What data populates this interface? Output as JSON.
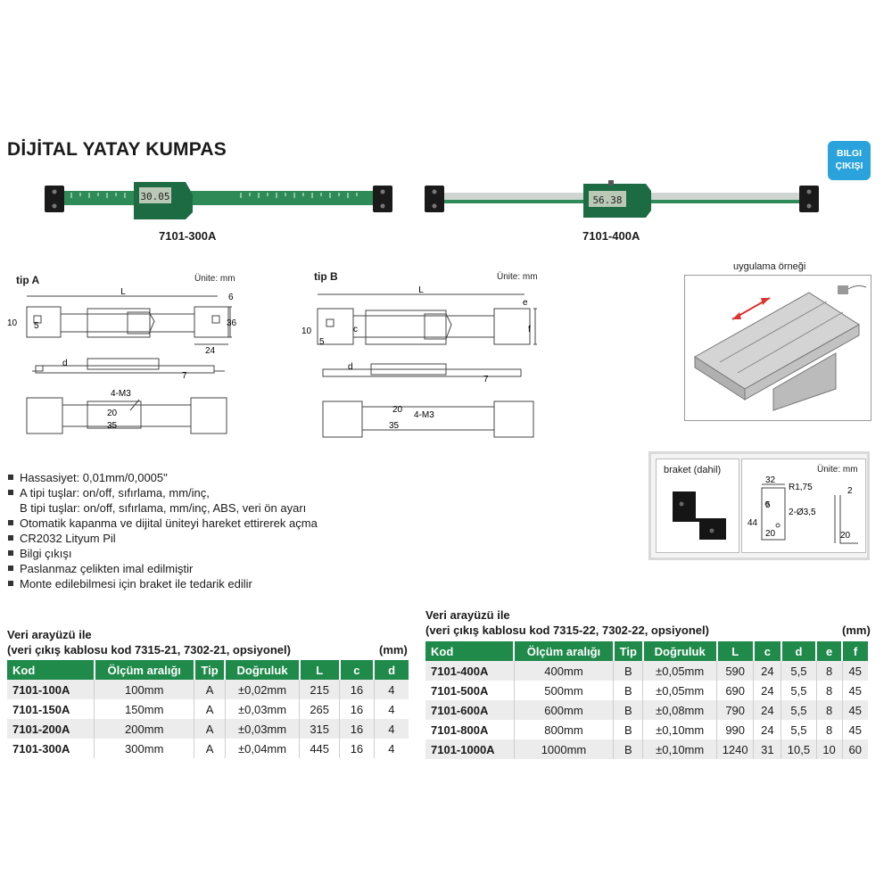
{
  "title": "DİJİTAL YATAY KUMPAS",
  "badge": {
    "line1": "BILGI",
    "line2": "ÇIKIŞI"
  },
  "products": [
    {
      "model": "7101-300A",
      "display": "30.05"
    },
    {
      "model": "7101-400A",
      "display": "56.38"
    }
  ],
  "drawings": {
    "tipA": {
      "label": "tip A",
      "unit": "Ünite: mm",
      "dims": {
        "L": "L",
        "w6": "6",
        "h36": "36",
        "h10": "10",
        "h5": "5",
        "w24": "24",
        "d": "d",
        "h7": "7",
        "m3": "4-M3",
        "w20": "20",
        "w35": "35"
      }
    },
    "tipB": {
      "label": "tip B",
      "unit": "Ünite: mm",
      "dims": {
        "L": "L",
        "e": "e",
        "f": "f",
        "h10": "10",
        "h5": "5",
        "c": "c",
        "d": "d",
        "h7": "7",
        "w20": "20",
        "m3": "4-M3",
        "w35": "35"
      }
    },
    "application": {
      "label": "uygulama örneği"
    }
  },
  "bracket": {
    "label": "braket (dahil)",
    "unit": "Ünite: mm",
    "dims": {
      "w32": "32",
      "r": "R1,75",
      "h5": "5",
      "h44": "44",
      "holes": "2-Ø3,5",
      "w20a": "20",
      "t2": "2",
      "w20b": "20"
    }
  },
  "features": [
    {
      "text": "Hassasiyet: 0,01mm/0,0005\"",
      "bullet": true
    },
    {
      "text": "A tipi tuşlar: on/off, sıfırlama, mm/inç,",
      "bullet": true
    },
    {
      "text": "B tipi tuşlar: on/off, sıfırlama, mm/inç, ABS, veri ön ayarı",
      "bullet": false
    },
    {
      "text": "Otomatik kapanma ve dijital üniteyi hareket ettirerek açma",
      "bullet": true
    },
    {
      "text": "CR2032 Lityum Pil",
      "bullet": true
    },
    {
      "text": "Bilgi çıkışı",
      "bullet": true
    },
    {
      "text": "Paslanmaz çelikten imal edilmiştir",
      "bullet": true
    },
    {
      "text": "Monte edilebilmesi için braket ile tedarik edilir",
      "bullet": true
    }
  ],
  "table_left": {
    "heading1": "Veri arayüzü ile",
    "heading2": "(veri çıkış kablosu kod 7315-21, 7302-21, opsiyonel)",
    "unit": "(mm)",
    "headers": [
      "Kod",
      "Ölçüm aralığı",
      "Tip",
      "Doğruluk",
      "L",
      "c",
      "d"
    ],
    "rows": [
      [
        "7101-100A",
        "100mm",
        "A",
        "±0,02mm",
        "215",
        "16",
        "4"
      ],
      [
        "7101-150A",
        "150mm",
        "A",
        "±0,03mm",
        "265",
        "16",
        "4"
      ],
      [
        "7101-200A",
        "200mm",
        "A",
        "±0,03mm",
        "315",
        "16",
        "4"
      ],
      [
        "7101-300A",
        "300mm",
        "A",
        "±0,04mm",
        "445",
        "16",
        "4"
      ]
    ]
  },
  "table_right": {
    "heading1": "Veri arayüzü ile",
    "heading2": "(veri çıkış kablosu kod 7315-22, 7302-22, opsiyonel)",
    "unit": "(mm)",
    "headers": [
      "Kod",
      "Ölçüm aralığı",
      "Tip",
      "Doğruluk",
      "L",
      "c",
      "d",
      "e",
      "f"
    ],
    "rows": [
      [
        "7101-400A",
        "400mm",
        "B",
        "±0,05mm",
        "590",
        "24",
        "5,5",
        "8",
        "45"
      ],
      [
        "7101-500A",
        "500mm",
        "B",
        "±0,05mm",
        "690",
        "24",
        "5,5",
        "8",
        "45"
      ],
      [
        "7101-600A",
        "600mm",
        "B",
        "±0,08mm",
        "790",
        "24",
        "5,5",
        "8",
        "45"
      ],
      [
        "7101-800A",
        "800mm",
        "B",
        "±0,10mm",
        "990",
        "24",
        "5,5",
        "8",
        "45"
      ],
      [
        "7101-1000A",
        "1000mm",
        "B",
        "±0,10mm",
        "1240",
        "31",
        "10,5",
        "10",
        "60"
      ]
    ]
  },
  "colors": {
    "accent_green": "#1f8a4a",
    "badge_blue": "#2aa3dc",
    "scale_green": "#2e8b57"
  }
}
